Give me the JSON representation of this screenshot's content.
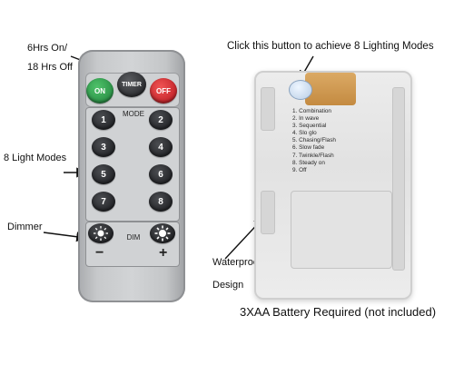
{
  "callouts": {
    "timer_line1": "6Hrs On/",
    "timer_line2": "18 Hrs Off",
    "light_modes": "8 Light Modes",
    "dimmer": "Dimmer",
    "click_button": "Click this button to achieve 8 Lighting Modes",
    "waterproof_line1": "Waterproof",
    "waterproof_line2": "Design"
  },
  "remote": {
    "on_label": "ON",
    "timer_label": "TIMER",
    "off_label": "OFF",
    "mode_label": "MODE",
    "dim_label": "DIM",
    "minus_label": "−",
    "plus_label": "+",
    "numbers": [
      "1",
      "2",
      "3",
      "4",
      "5",
      "6",
      "7",
      "8"
    ],
    "colors": {
      "on": "#1e7f3a",
      "off": "#b5141c",
      "buttons": "#1c1d20",
      "body": "#c7c9cb"
    }
  },
  "battery_box": {
    "modes": [
      "1. Combination",
      "2. In wave",
      "3. Sequential",
      "4. Slo glo",
      "5. Chasing/Flash",
      "6. Slow fade",
      "7. Twinkle/Flash",
      "8. Steady on",
      "9. Off"
    ],
    "requirement": "3XAA Battery Required (not included)"
  }
}
